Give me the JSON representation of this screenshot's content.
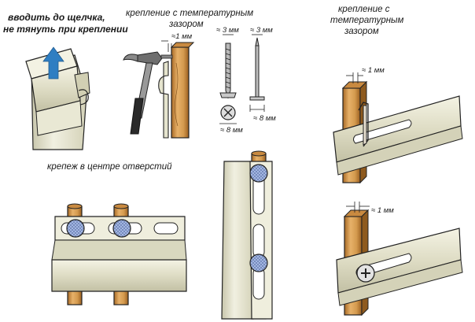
{
  "labels": {
    "snap_line1": "вводить до щелчка,",
    "snap_line2": "не тянуть при креплении",
    "temp_gap_line1": "крепление с температурным",
    "temp_gap_line2": "зазором",
    "center_holes": "крепеж в центре отверстий",
    "temp_gap_right_line1": "крепление с",
    "temp_gap_right_line2": "температурным",
    "temp_gap_right_line3": "зазором",
    "dim_hammer": "≈1 мм",
    "dim_screw_top": "≈ 3 мм",
    "dim_nail_top": "≈ 3 мм",
    "dim_screw_head": "≈ 8 мм",
    "dim_nail_head": "≈ 8 мм",
    "dim_right_top": "≈ 1 мм",
    "dim_right_bottom": "≈ 1 мм"
  },
  "colors": {
    "panel_light": "#efeedd",
    "panel_mid": "#d9d8bf",
    "panel_shadow": "#b9b79b",
    "wood_light": "#e7b169",
    "wood_dark": "#a86a26",
    "fastener_blue": "#9fb3e0",
    "arrow_blue": "#2f7ec2",
    "outline": "#222222"
  }
}
